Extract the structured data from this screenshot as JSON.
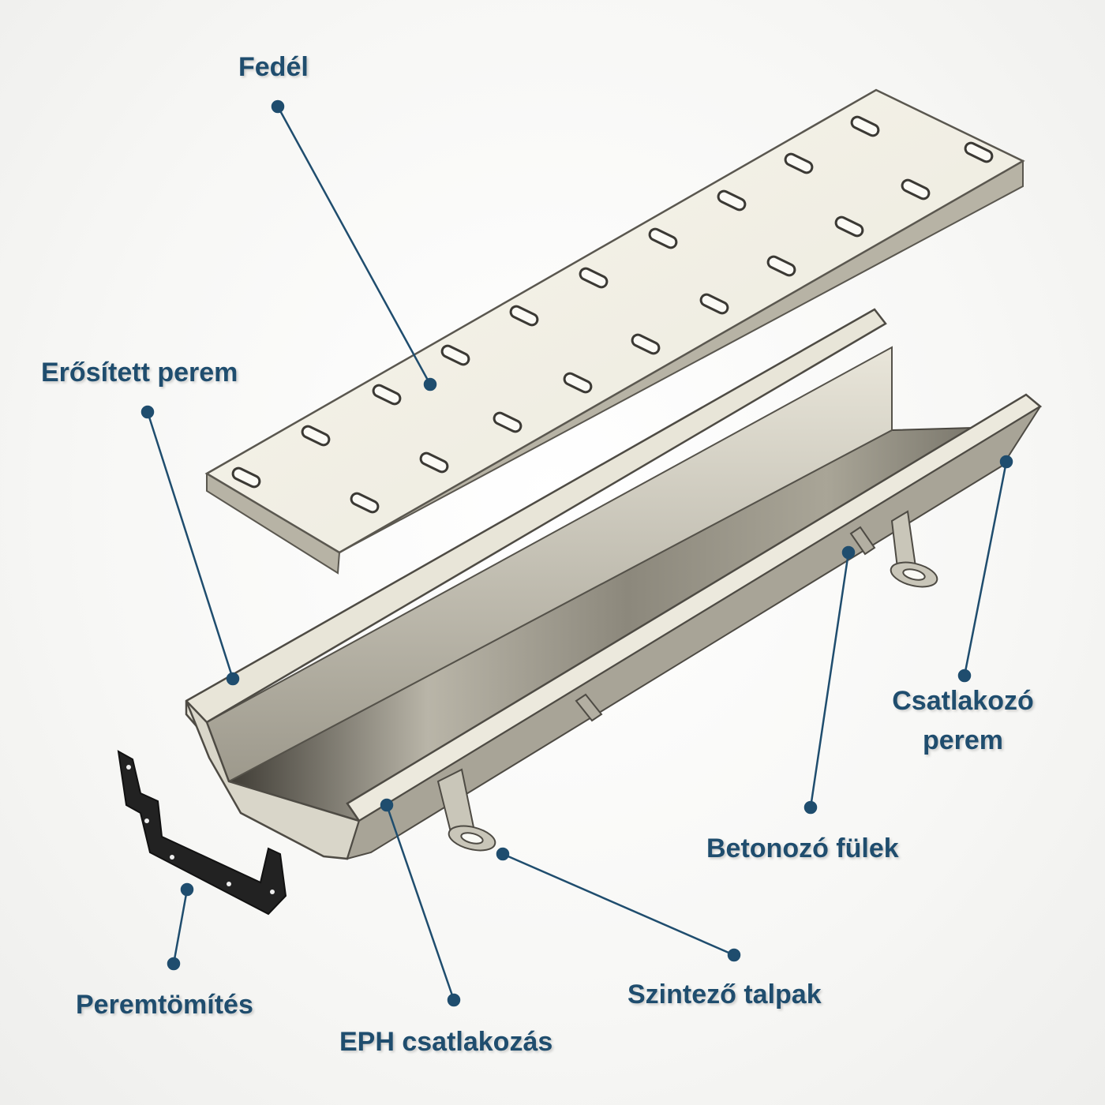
{
  "labels": {
    "fedel": "Fedél",
    "erositett_perem": "Erősített perem",
    "csatlakozo_perem_line1": "Csatlakozó",
    "csatlakozo_perem_line2": "perem",
    "betonozo_fulek": "Betonozó fülek",
    "peremtomites": "Peremtömítés",
    "eph_csatlakozas": "EPH csatlakozás",
    "szintezo_talpak": "Szintező talpak"
  },
  "colors": {
    "label_text": "#1f4d6e",
    "leader_line": "#1f4d6e",
    "metal_light": "#f1efe6",
    "metal_mid": "#cfccbf",
    "metal_dark": "#6f6c62",
    "gasket": "#222222"
  }
}
